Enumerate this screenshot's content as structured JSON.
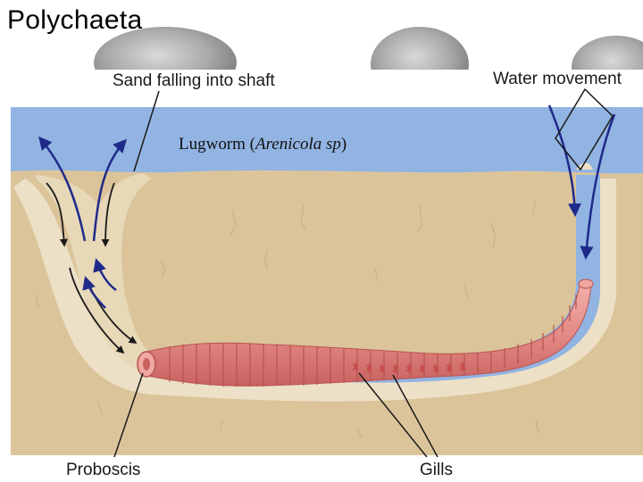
{
  "slide": {
    "title": "Polychaeta"
  },
  "figure": {
    "caption_prefix": "Lugworm (",
    "caption_species": "Arenicola sp",
    "caption_suffix": ")",
    "labels": {
      "sand": "Sand falling into shaft",
      "water": "Water movement",
      "proboscis": "Proboscis",
      "gills": "Gills"
    },
    "colors": {
      "water": "#92b4e3",
      "sand": "#dcc49a",
      "burrow_lining": "#ece0c6",
      "worm": "#e88f8b",
      "gills": "#c44a47",
      "arrows_water": "#1f2a8a",
      "arrows_sand": "#1a1a1a"
    }
  }
}
